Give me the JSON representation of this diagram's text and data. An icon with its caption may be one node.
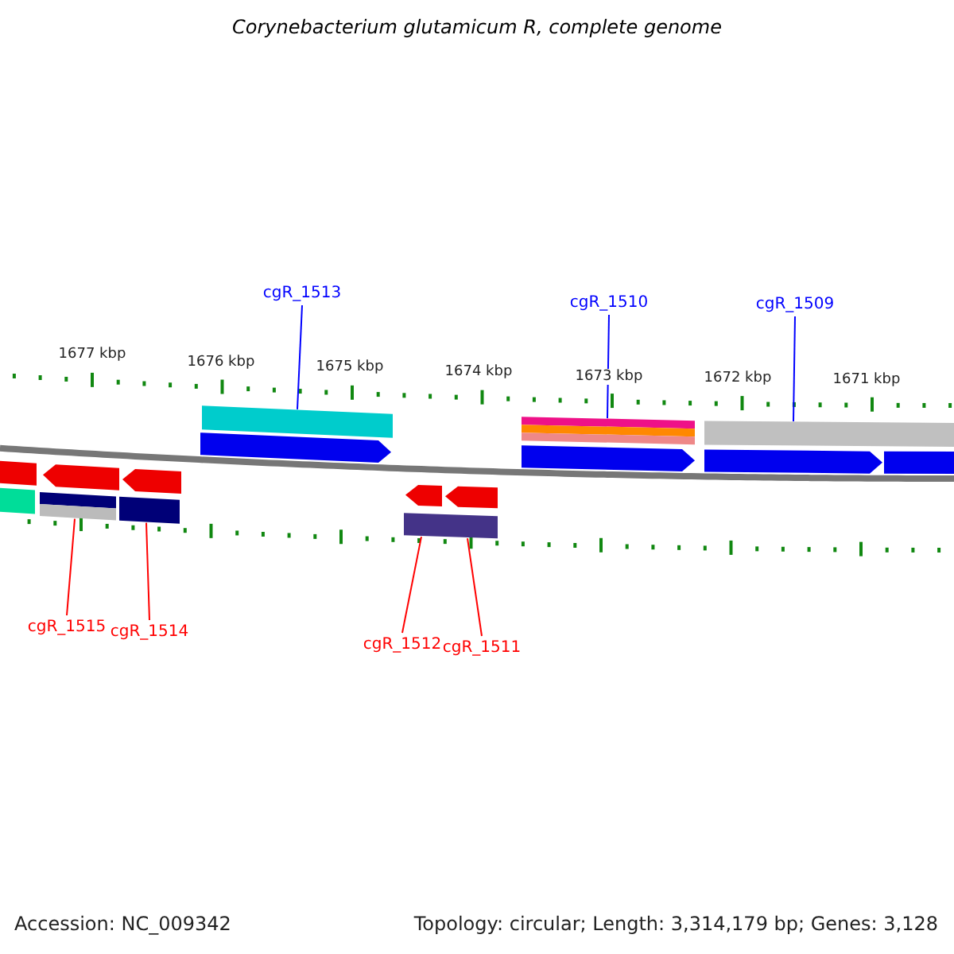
{
  "diagram": {
    "title": "Corynebacterium glutamicum R, complete genome",
    "nodes": [
      {
        "text": [
          "cgR_1513"
        ]
      },
      {
        "text": [
          "cgR_1510"
        ]
      },
      {
        "text": [
          "cgR_1509"
        ]
      },
      {
        "text": [
          "cgR_1515"
        ]
      },
      {
        "text": [
          "cgR_1514"
        ]
      },
      {
        "text": [
          "cgR_1512"
        ]
      },
      {
        "text": [
          "cgR_1511"
        ]
      },
      {
        "text": [],
        "shape": "bar"
      },
      {
        "text": [],
        "shape": "bar"
      },
      {
        "text": [],
        "shape": "bar"
      },
      {
        "text": [],
        "shape": "bar"
      },
      {
        "text": [],
        "shape": "bar"
      },
      {
        "text": [],
        "shape": "bar"
      }
    ],
    "edges": [
      {
        "from": 0,
        "to": 9,
        "arrow": "none",
        "color": "#0000ff"
      },
      {
        "from": 1,
        "to": 11,
        "arrow": "none",
        "color": "#0000ff"
      },
      {
        "from": 2,
        "to": 12,
        "arrow": "none",
        "color": "#0000ff"
      },
      {
        "from": 3,
        "to": 7,
        "arrow": "none"
      },
      {
        "from": 4,
        "to": 8,
        "arrow": "none"
      },
      {
        "from": 5,
        "to": 10,
        "arrow": "none"
      },
      {
        "from": 6,
        "to": 10,
        "arrow": "none"
      }
    ],
    "labels": [
      "1677 kbp",
      "1676 kbp",
      "1675 kbp",
      "1674 kbp",
      "1673 kbp",
      "1672 kbp",
      "1671 kbp",
      "Accession: NC_009342",
      "Topology: circular; Length: 3,314,179 bp; Genes: 3,128"
    ]
  }
}
